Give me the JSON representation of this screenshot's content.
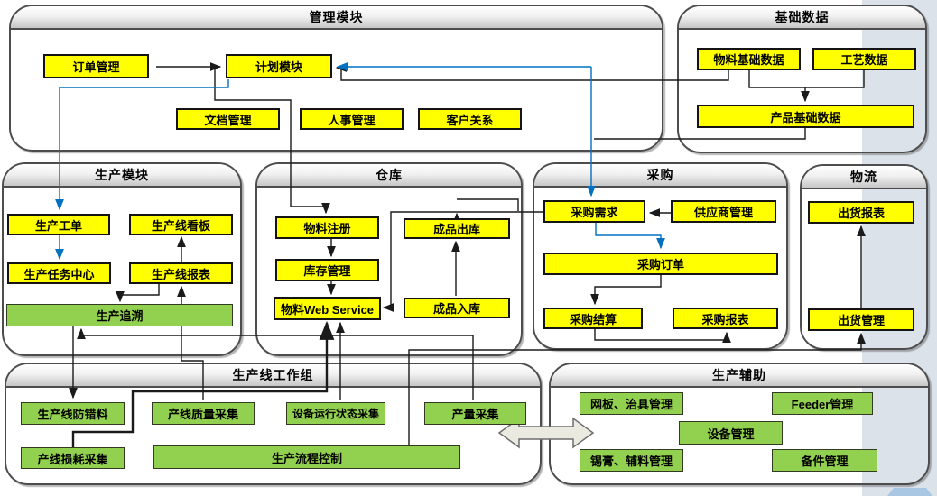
{
  "colors": {
    "module_box_fill": "#ffff00",
    "workgroup_box_fill": "#92d050",
    "connector_black": "#1a1a1a",
    "connector_blue": "#0070c0",
    "background_band": "#dbe2ea",
    "background_accent": "#a9c6e2",
    "big_arrow_fill": "#eaeae1"
  },
  "diagram": {
    "management": {
      "title": "管理模块",
      "order": "订单管理",
      "plan": "计划模块",
      "doc": "文档管理",
      "hr": "人事管理",
      "crm": "客户关系"
    },
    "base_data": {
      "title": "基础数据",
      "material": "物料基础数据",
      "process": "工艺数据",
      "product": "产品基础数据"
    },
    "production": {
      "title": "生产模块",
      "work_order": "生产工单",
      "kanban": "生产线看板",
      "task_center": "生产任务中心",
      "line_report": "生产线报表",
      "trace": "生产追溯"
    },
    "warehouse": {
      "title": "仓库",
      "material_reg": "物料注册",
      "inventory": "库存管理",
      "material_ws": "物料Web Service",
      "fg_out": "成品出库",
      "fg_in": "成品入库"
    },
    "purchase": {
      "title": "采购",
      "demand": "采购需求",
      "supplier": "供应商管理",
      "order": "采购订单",
      "settle": "采购结算",
      "report": "采购报表"
    },
    "logistics": {
      "title": "物流",
      "ship_report": "出货报表",
      "ship_mgmt": "出货管理"
    },
    "workgroup": {
      "title": "生产线工作组",
      "error_proof": "生产线防错料",
      "quality": "产线质量采集",
      "equip_status": "设备运行状态采集",
      "output": "产量采集",
      "loss": "产线损耗采集",
      "process_ctrl": "生产流程控制"
    },
    "aux": {
      "title": "生产辅助",
      "stencil": "网板、治具管理",
      "feeder": "Feeder管理",
      "equipment": "设备管理",
      "solder": "锡膏、辅料管理",
      "spare": "备件管理"
    }
  }
}
